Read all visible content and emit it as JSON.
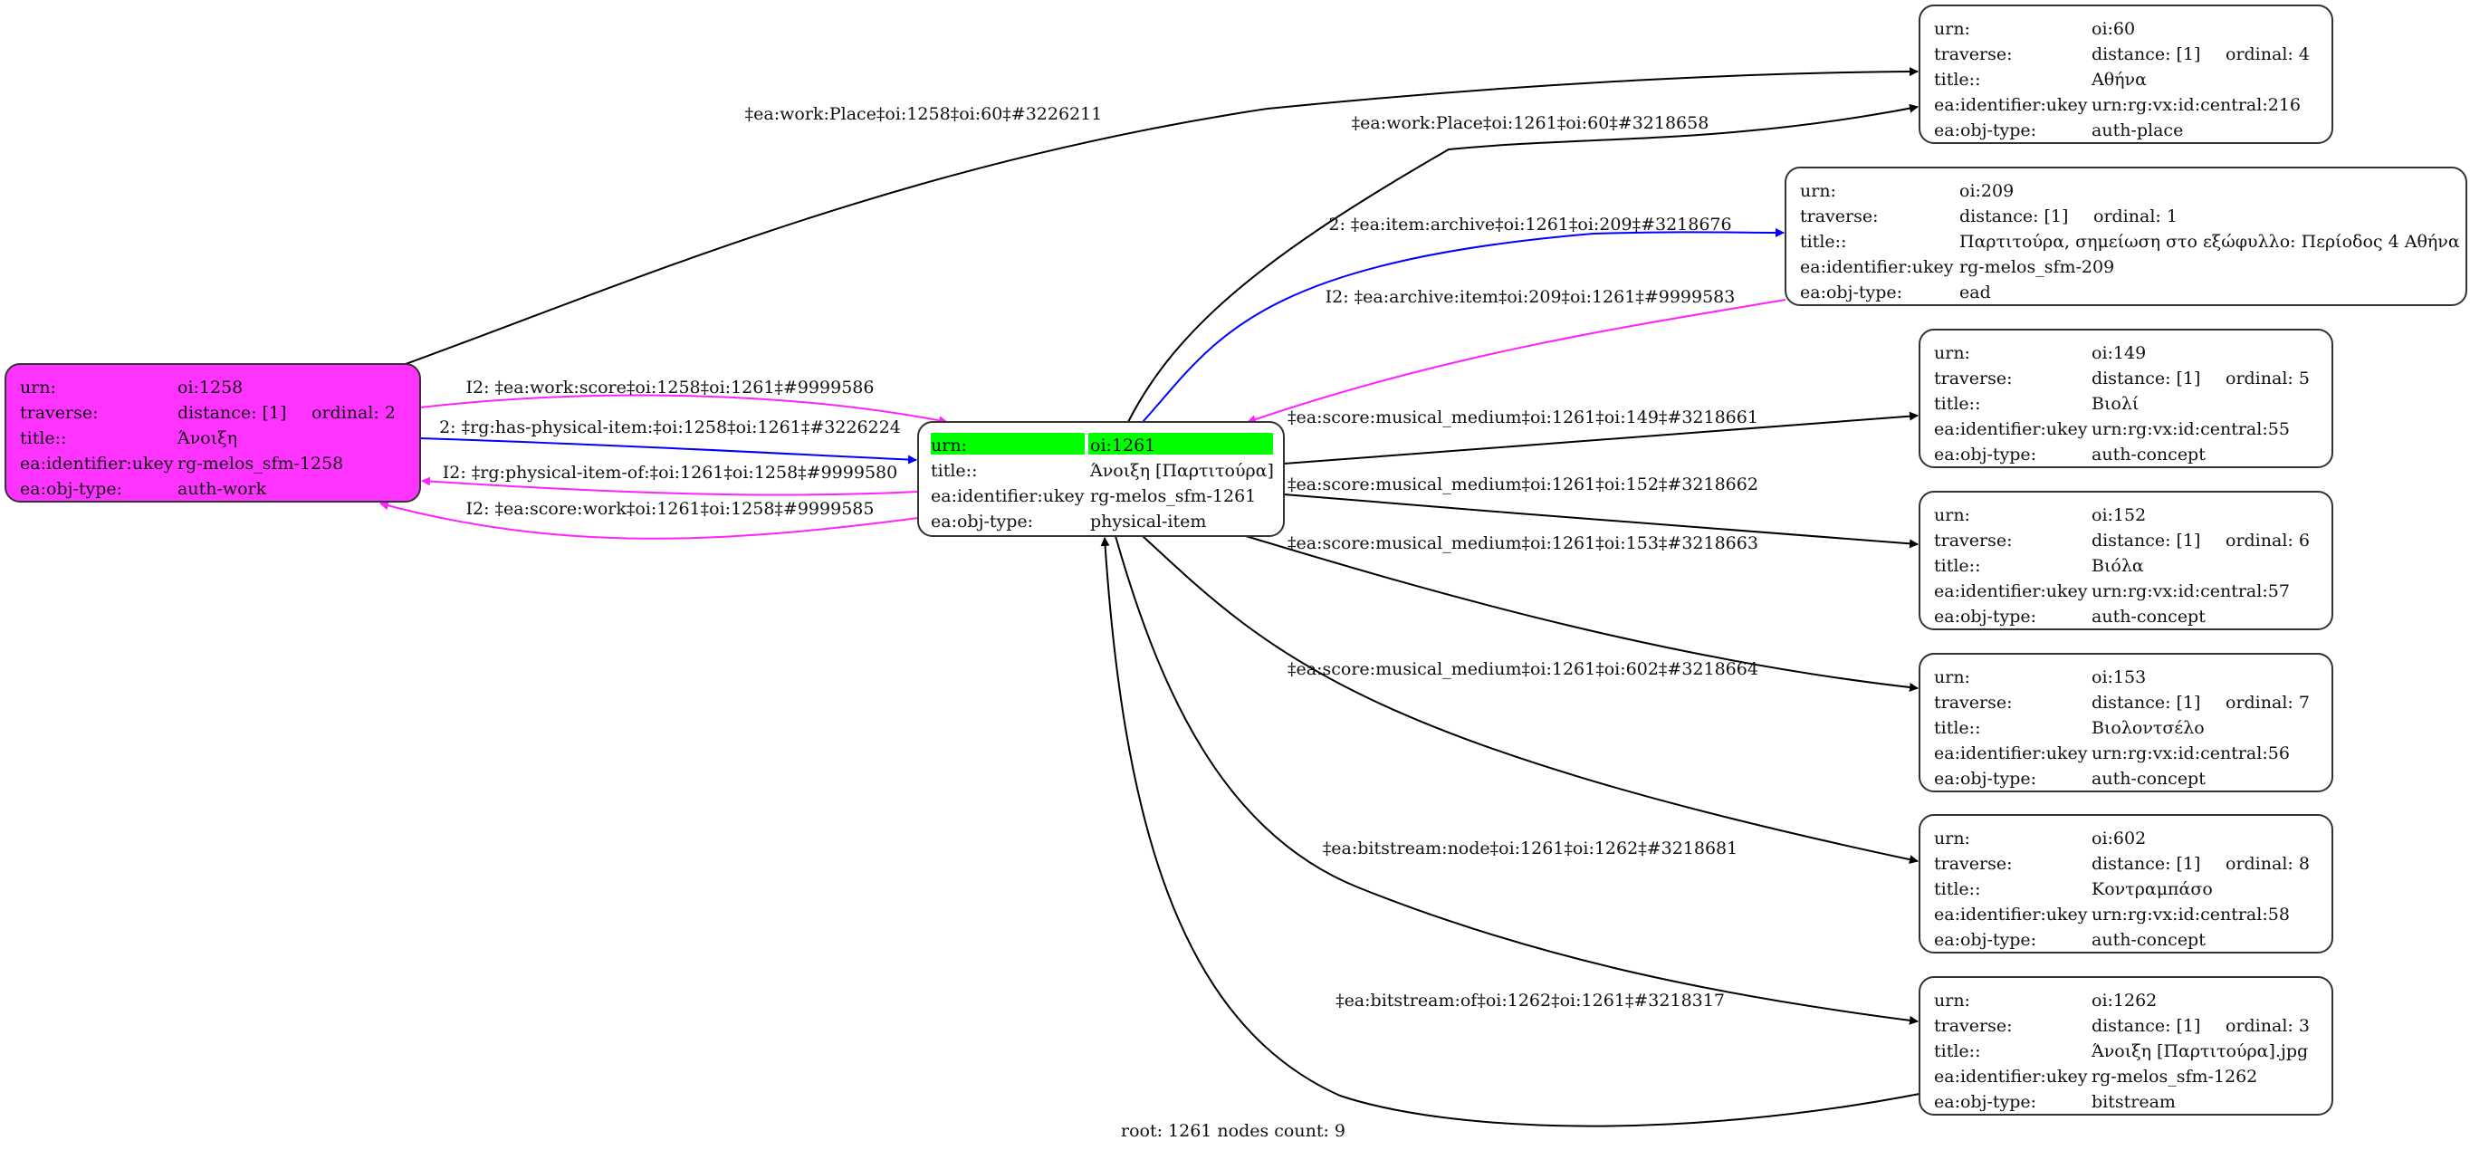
{
  "graph": {
    "footer": "root: 1261 nodes count: 9",
    "colors": {
      "default_edge": "#000000",
      "primary_edge": "#0000ff",
      "inverse_edge": "#ff22ff",
      "root_highlight": "#00ff00",
      "selected_node_fill": "#ff33ff",
      "node_fill": "#ffffff"
    },
    "nodes": [
      {
        "id": "n1258",
        "style": "selected",
        "rows": [
          {
            "key": "urn:",
            "value": "oi:1258"
          },
          {
            "key": "traverse:",
            "value": "distance: [1]",
            "extra": "ordinal: 2"
          },
          {
            "key": "title::",
            "value": "Άνοιξη"
          },
          {
            "key": "ea:identifier:ukey",
            "value": "rg-melos_sfm-1258"
          },
          {
            "key": "ea:obj-type:",
            "value": "auth-work"
          }
        ]
      },
      {
        "id": "n1261",
        "style": "root",
        "rows": [
          {
            "key": "urn:",
            "value": "oi:1261"
          },
          {
            "key": "title::",
            "value": "Άνοιξη [Παρτιτούρα]"
          },
          {
            "key": "ea:identifier:ukey",
            "value": "rg-melos_sfm-1261"
          },
          {
            "key": "ea:obj-type:",
            "value": "physical-item"
          }
        ]
      },
      {
        "id": "n60",
        "style": "normal",
        "rows": [
          {
            "key": "urn:",
            "value": "oi:60"
          },
          {
            "key": "traverse:",
            "value": "distance: [1]",
            "extra": "ordinal: 4"
          },
          {
            "key": "title::",
            "value": "Αθήνα"
          },
          {
            "key": "ea:identifier:ukey",
            "value": "urn:rg:vx:id:central:216"
          },
          {
            "key": "ea:obj-type:",
            "value": "auth-place"
          }
        ]
      },
      {
        "id": "n209",
        "style": "normal",
        "rows": [
          {
            "key": "urn:",
            "value": "oi:209"
          },
          {
            "key": "traverse:",
            "value": "distance: [1]",
            "extra": "ordinal: 1"
          },
          {
            "key": "title::",
            "value": "Παρτιτούρα, σημείωση στο εξώφυλλο: Περίοδος 4 Αθήνα"
          },
          {
            "key": "ea:identifier:ukey",
            "value": "rg-melos_sfm-209"
          },
          {
            "key": "ea:obj-type:",
            "value": "ead"
          }
        ]
      },
      {
        "id": "n149",
        "style": "normal",
        "rows": [
          {
            "key": "urn:",
            "value": "oi:149"
          },
          {
            "key": "traverse:",
            "value": "distance: [1]",
            "extra": "ordinal: 5"
          },
          {
            "key": "title::",
            "value": "Βιολί"
          },
          {
            "key": "ea:identifier:ukey",
            "value": "urn:rg:vx:id:central:55"
          },
          {
            "key": "ea:obj-type:",
            "value": "auth-concept"
          }
        ]
      },
      {
        "id": "n152",
        "style": "normal",
        "rows": [
          {
            "key": "urn:",
            "value": "oi:152"
          },
          {
            "key": "traverse:",
            "value": "distance: [1]",
            "extra": "ordinal: 6"
          },
          {
            "key": "title::",
            "value": "Βιόλα"
          },
          {
            "key": "ea:identifier:ukey",
            "value": "urn:rg:vx:id:central:57"
          },
          {
            "key": "ea:obj-type:",
            "value": "auth-concept"
          }
        ]
      },
      {
        "id": "n153",
        "style": "normal",
        "rows": [
          {
            "key": "urn:",
            "value": "oi:153"
          },
          {
            "key": "traverse:",
            "value": "distance: [1]",
            "extra": "ordinal: 7"
          },
          {
            "key": "title::",
            "value": "Βιολοντσέλο"
          },
          {
            "key": "ea:identifier:ukey",
            "value": "urn:rg:vx:id:central:56"
          },
          {
            "key": "ea:obj-type:",
            "value": "auth-concept"
          }
        ]
      },
      {
        "id": "n602",
        "style": "normal",
        "rows": [
          {
            "key": "urn:",
            "value": "oi:602"
          },
          {
            "key": "traverse:",
            "value": "distance: [1]",
            "extra": "ordinal: 8"
          },
          {
            "key": "title::",
            "value": "Κοντραμπάσο"
          },
          {
            "key": "ea:identifier:ukey",
            "value": "urn:rg:vx:id:central:58"
          },
          {
            "key": "ea:obj-type:",
            "value": "auth-concept"
          }
        ]
      },
      {
        "id": "n1262",
        "style": "normal",
        "rows": [
          {
            "key": "urn:",
            "value": "oi:1262"
          },
          {
            "key": "traverse:",
            "value": "distance: [1]",
            "extra": "ordinal: 3"
          },
          {
            "key": "title::",
            "value": "Άνοιξη [Παρτιτούρα].jpg"
          },
          {
            "key": "ea:identifier:ukey",
            "value": "rg-melos_sfm-1262"
          },
          {
            "key": "ea:obj-type:",
            "value": "bitstream"
          }
        ]
      }
    ],
    "edges": [
      {
        "id": "e3226211",
        "from": "n1258",
        "to": "n60",
        "kind": "default",
        "label": "‡ea:work:Place‡oi:1258‡oi:60‡#3226211"
      },
      {
        "id": "e9999586",
        "from": "n1258",
        "to": "n1261",
        "kind": "inverse",
        "label": "I2: ‡ea:work:score‡oi:1258‡oi:1261‡#9999586"
      },
      {
        "id": "e3226224",
        "from": "n1258",
        "to": "n1261",
        "kind": "primary",
        "label": "2: ‡rg:has-physical-item:‡oi:1258‡oi:1261‡#3226224"
      },
      {
        "id": "e9999580",
        "from": "n1261",
        "to": "n1258",
        "kind": "inverse",
        "label": "I2: ‡rg:physical-item-of:‡oi:1261‡oi:1258‡#9999580"
      },
      {
        "id": "e9999585",
        "from": "n1261",
        "to": "n1258",
        "kind": "inverse",
        "label": "I2: ‡ea:score:work‡oi:1261‡oi:1258‡#9999585"
      },
      {
        "id": "e3218658",
        "from": "n1261",
        "to": "n60",
        "kind": "default",
        "label": "‡ea:work:Place‡oi:1261‡oi:60‡#3218658"
      },
      {
        "id": "e3218676",
        "from": "n1261",
        "to": "n209",
        "kind": "primary",
        "label": "2: ‡ea:item:archive‡oi:1261‡oi:209‡#3218676"
      },
      {
        "id": "e9999583",
        "from": "n209",
        "to": "n1261",
        "kind": "inverse",
        "label": "I2: ‡ea:archive:item‡oi:209‡oi:1261‡#9999583"
      },
      {
        "id": "e3218661",
        "from": "n1261",
        "to": "n149",
        "kind": "default",
        "label": "‡ea:score:musical_medium‡oi:1261‡oi:149‡#3218661"
      },
      {
        "id": "e3218662",
        "from": "n1261",
        "to": "n152",
        "kind": "default",
        "label": "‡ea:score:musical_medium‡oi:1261‡oi:152‡#3218662"
      },
      {
        "id": "e3218663",
        "from": "n1261",
        "to": "n153",
        "kind": "default",
        "label": "‡ea:score:musical_medium‡oi:1261‡oi:153‡#3218663"
      },
      {
        "id": "e3218664",
        "from": "n1261",
        "to": "n602",
        "kind": "default",
        "label": "‡ea:score:musical_medium‡oi:1261‡oi:602‡#3218664"
      },
      {
        "id": "e3218681",
        "from": "n1261",
        "to": "n1262",
        "kind": "default",
        "label": "‡ea:bitstream:node‡oi:1261‡oi:1262‡#3218681"
      },
      {
        "id": "e3218317",
        "from": "n1262",
        "to": "n1261",
        "kind": "default",
        "label": "‡ea:bitstream:of‡oi:1262‡oi:1261‡#3218317"
      }
    ]
  }
}
